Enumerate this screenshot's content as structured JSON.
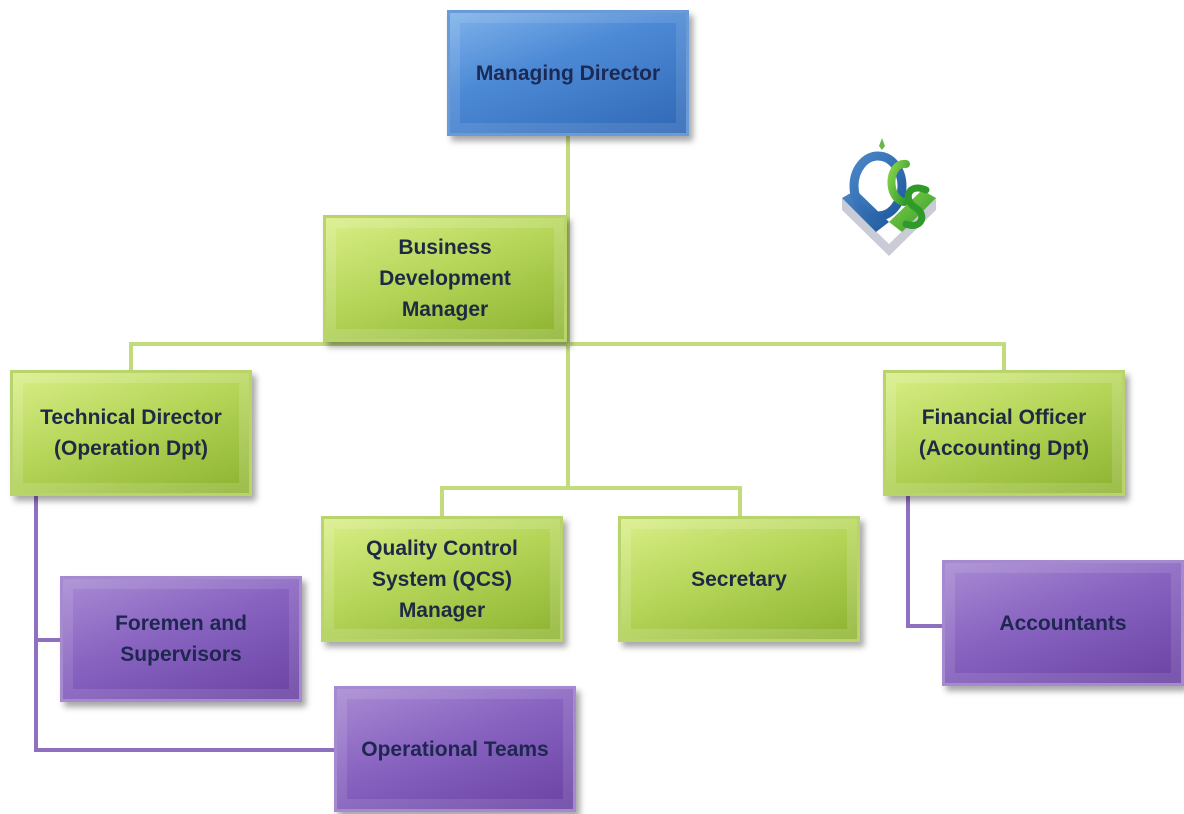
{
  "nodes": {
    "managing_director": "Managing Director",
    "business_development_manager": "Business\nDevelopment\nManager",
    "technical_director": "Technical Director\n(Operation Dpt)",
    "financial_officer": "Financial Officer\n(Accounting Dpt)",
    "qcs_manager": "Quality Control\nSystem (QCS)\nManager",
    "secretary": "Secretary",
    "foremen_supervisors": "Foremen and\nSupervisors",
    "operational_teams": "Operational Teams",
    "accountants": "Accountants"
  },
  "logo": {
    "text": "QCS"
  },
  "colors": {
    "blue": "#4d8ad6",
    "green": "#b6d65a",
    "purple": "#8863c0",
    "green_line": "#c2dc7d",
    "purple_line": "#8f6fc0"
  }
}
